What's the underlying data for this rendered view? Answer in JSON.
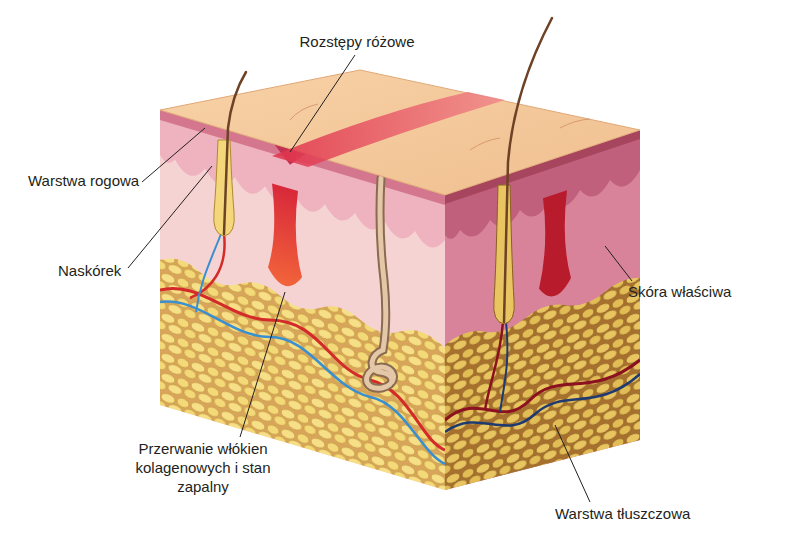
{
  "diagram": {
    "labels": [
      "Rozstępy różowe",
      "Warstwa rogowa",
      "Naskórek",
      "Skóra właściwa",
      "Przerwanie włókien kolagenowych i stan zapalny",
      "Warstwa tłuszczowa"
    ]
  }
}
